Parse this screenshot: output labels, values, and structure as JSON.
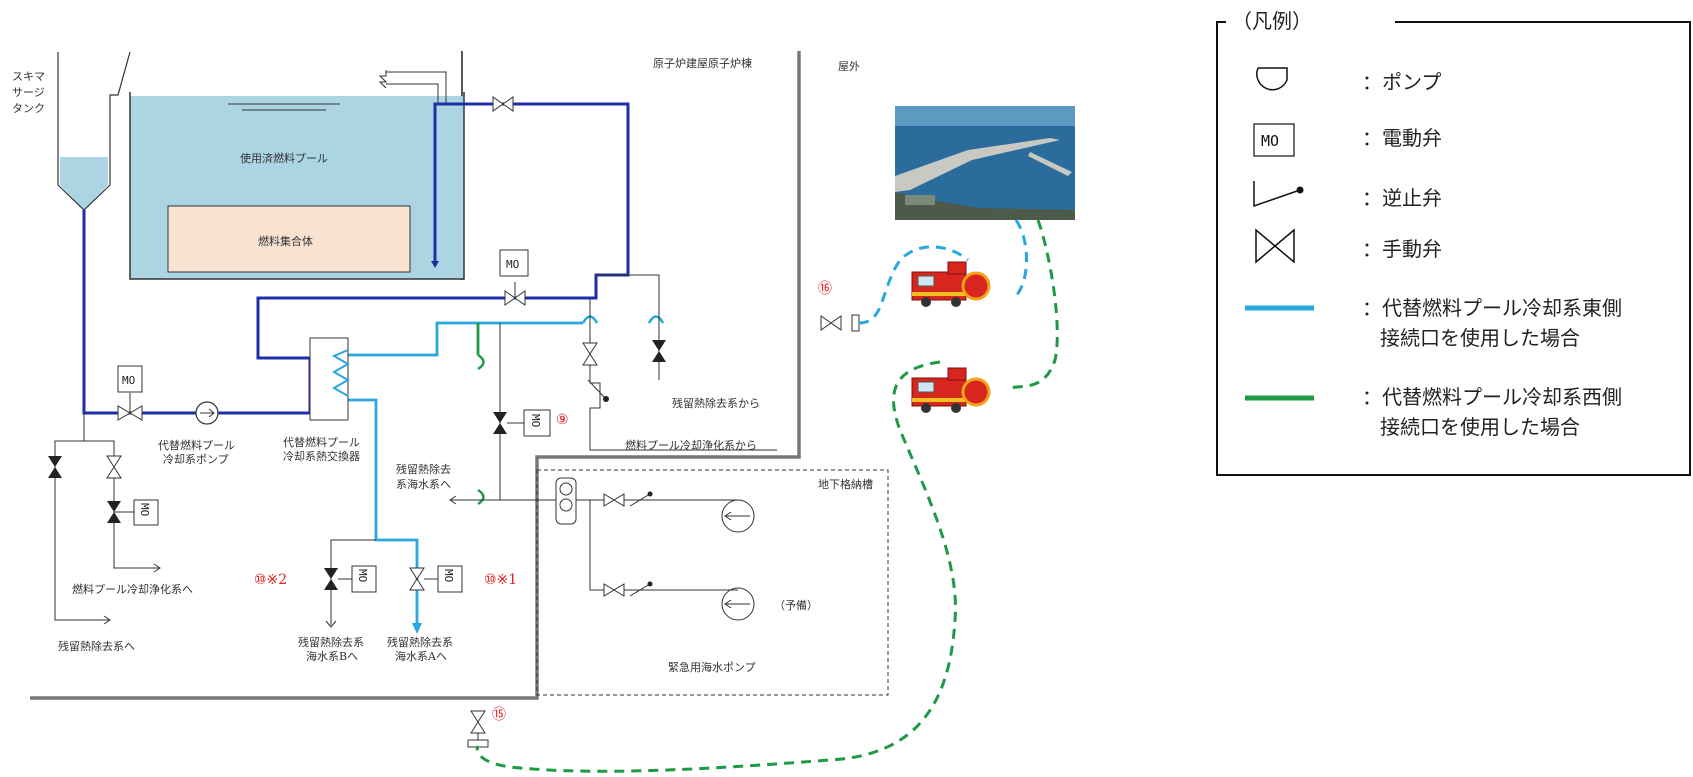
{
  "labels": {
    "skimmer_tank": [
      "スキマ",
      "サージ",
      "タンク"
    ],
    "spent_fuel_pool": "使用済燃料プール",
    "fuel_assembly": "燃料集合体",
    "reactor_building": "原子炉建屋原子炉棟",
    "outdoor": "屋外",
    "alt_pump": [
      "代替燃料プール",
      "冷却系ポンプ"
    ],
    "alt_hx": [
      "代替燃料プール",
      "冷却系熱交換器"
    ],
    "to_fpc": "燃料プール冷却浄化系へ",
    "to_rhr": "残留熱除去系へ",
    "from_rhr": "残留熱除去系から",
    "from_fpc": "燃料プール冷却浄化系から",
    "to_rhrsw": [
      "残留熱除去",
      "系海水系へ"
    ],
    "to_rhrsw_b": [
      "残留熱除去系",
      "海水系Bへ"
    ],
    "to_rhrsw_a": [
      "残留熱除去系",
      "海水系Aへ"
    ],
    "underground_pit": "地下格納槽",
    "spare": "（予備）",
    "emergency_pump": "緊急用海水ポンプ",
    "mo": "MO"
  },
  "markers": {
    "m9": "⑨",
    "m10_2": "⑩※2",
    "m10_1": "⑩※1",
    "m15": "⑮",
    "m16": "⑯"
  },
  "legend": {
    "title": "（凡例）",
    "items": [
      {
        "symbol": "pump-icon",
        "label": "：ポンプ"
      },
      {
        "symbol": "mo-valve-icon",
        "label": "：電動弁"
      },
      {
        "symbol": "check-valve-icon",
        "label": "：逆止弁"
      },
      {
        "symbol": "manual-valve-icon",
        "label": "：手動弁"
      },
      {
        "symbol": "line-east",
        "label": [
          "：代替燃料プール冷却系東側",
          "接続口を使用した場合"
        ]
      },
      {
        "symbol": "line-west",
        "label": [
          "：代替燃料プール冷却系西側",
          "接続口を使用した場合"
        ]
      }
    ]
  },
  "colors": {
    "navy": "#1d2fa8",
    "east": "#2aa7de",
    "west": "#1e9a46",
    "pool": "#acd5e4",
    "fuel": "#f8e3d2"
  }
}
